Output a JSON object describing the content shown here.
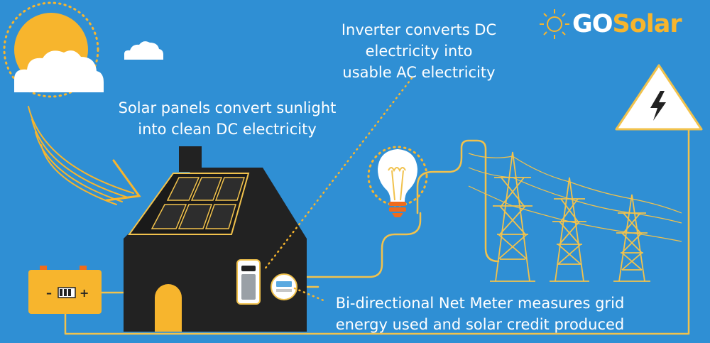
{
  "brand": {
    "go": "GO",
    "solar": "Solar"
  },
  "labels": {
    "inverter": [
      "Inverter converts DC",
      "electricity into",
      "usable AC electricity"
    ],
    "panels": [
      "Solar panels convert sunlight",
      "into clean DC electricity"
    ],
    "net_meter": [
      "Bi-directional Net Meter measures grid",
      "energy used and solar credit produced"
    ]
  },
  "battery": {
    "minus": "–",
    "plus": "+"
  },
  "colors": {
    "background": "#2f8fd4",
    "accent_yellow": "#f7b52d",
    "house": "#222222",
    "wire": "#f1c24d",
    "white": "#ffffff",
    "bulb_base": "#ef6b1c"
  },
  "icons": [
    "sun-icon",
    "cloud-icon",
    "house-icon",
    "solar-panel-icon",
    "inverter-icon",
    "net-meter-icon",
    "battery-icon",
    "light-bulb-icon",
    "power-tower-icon",
    "high-voltage-warning-icon",
    "brand-sun-icon"
  ]
}
